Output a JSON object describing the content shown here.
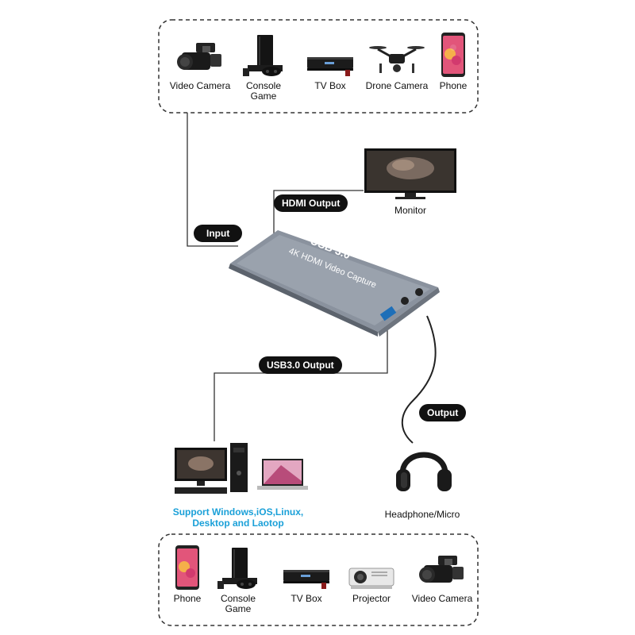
{
  "colors": {
    "pill_bg": "#111111",
    "pill_text": "#ffffff",
    "support_text": "#1aa0d8",
    "device_body": "#7d8591",
    "box_border": "#333333"
  },
  "top_box": {
    "devices": [
      {
        "label": "Video Camera",
        "icon": "video-camera-icon"
      },
      {
        "label": "Console\nGame",
        "icon": "game-console-icon"
      },
      {
        "label": "TV Box",
        "icon": "tv-box-icon"
      },
      {
        "label": "Drone Camera",
        "icon": "drone-icon"
      },
      {
        "label": "Phone",
        "icon": "phone-icon"
      }
    ]
  },
  "capture_device": {
    "text_line1": "USB 3.0",
    "text_line2": "4K HDMI Video Capture"
  },
  "pills": {
    "hdmi_output": "HDMI Output",
    "input": "Input",
    "usb_output": "USB3.0 Output",
    "audio_output": "Output"
  },
  "monitor": {
    "label": "Monitor",
    "icon": "monitor-icon"
  },
  "computers": {
    "support_line1": "Support Windows,iOS,Linux,",
    "support_line2": "Desktop and Laotop",
    "icons": [
      "desktop-pc-icon",
      "laptop-icon"
    ]
  },
  "headphone": {
    "label": "Headphone/Micro",
    "icon": "headphone-icon"
  },
  "bottom_box": {
    "devices": [
      {
        "label": "Phone",
        "icon": "phone-icon"
      },
      {
        "label": "Console\nGame",
        "icon": "game-console-icon"
      },
      {
        "label": "TV Box",
        "icon": "tv-box-icon"
      },
      {
        "label": "Projector",
        "icon": "projector-icon"
      },
      {
        "label": "Video Camera",
        "icon": "video-camera-icon"
      }
    ]
  }
}
